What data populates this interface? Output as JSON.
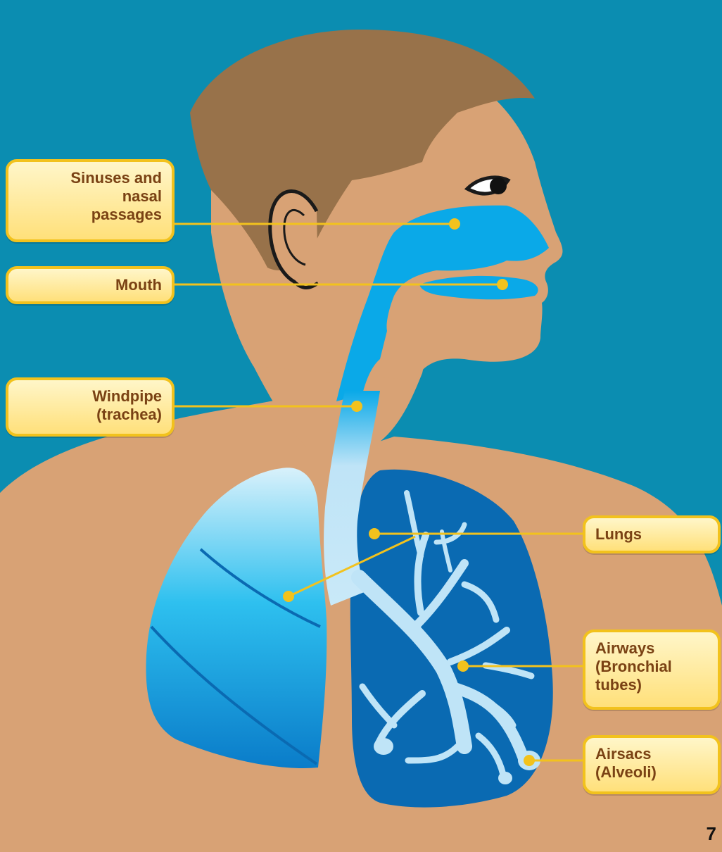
{
  "labels": {
    "sinuses": [
      "Sinuses and",
      "nasal",
      "passages"
    ],
    "mouth": [
      "Mouth"
    ],
    "windpipe": [
      "Windpipe",
      "(trachea)"
    ],
    "lungs": [
      "Lungs"
    ],
    "airways": [
      "Airways",
      "(Bronchial",
      "tubes)"
    ],
    "airsacs": [
      "Airsacs",
      "(Alveoli)"
    ]
  },
  "page_number": "7",
  "colors": {
    "background": "#0b8db1",
    "skin": "#d8a275",
    "hair": "#98724a",
    "airway": "#0aa9e8",
    "trachea": "#bfe4f7",
    "lung_dark": "#0a6ab2",
    "callout_fill": "#ffe07a",
    "callout_border": "#f2c21d",
    "callout_text": "#7a4214",
    "leader": "#f2c21d"
  }
}
